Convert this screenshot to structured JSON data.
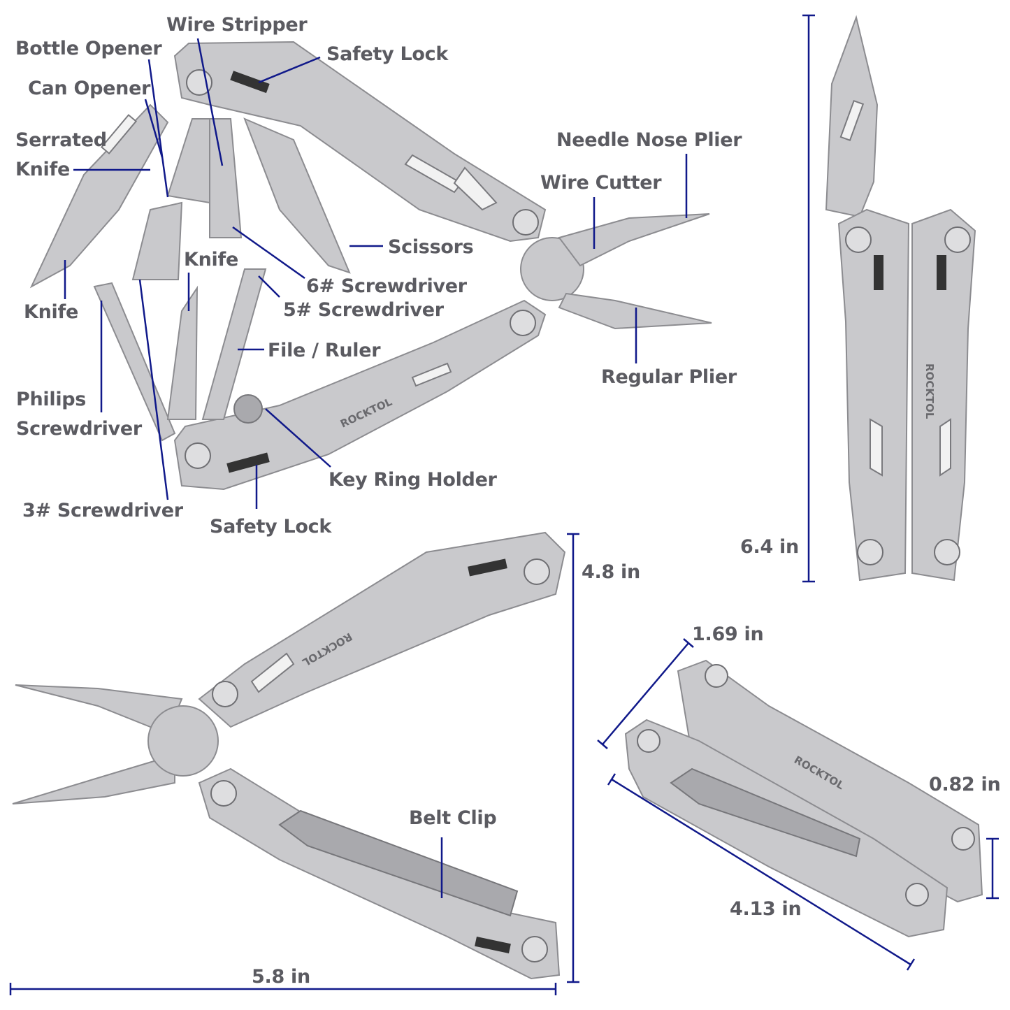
{
  "brand": "ROCKTOL",
  "colors": {
    "label_text": "#5b5b61",
    "leader_line": "#10198a",
    "steel": "#c9c9cc"
  },
  "labels": {
    "wire_stripper": "Wire Stripper",
    "bottle_opener": "Bottle Opener",
    "safety_lock_top": "Safety Lock",
    "can_opener": "Can Opener",
    "serrated_knife_1": "Serrated",
    "serrated_knife_2": "Knife",
    "needle_nose_plier": "Needle Nose Plier",
    "wire_cutter": "Wire Cutter",
    "scissors": "Scissors",
    "knife_center": "Knife",
    "screwdriver_6": "6# Screwdriver",
    "screwdriver_5": "5# Screwdriver",
    "knife_left": "Knife",
    "file_ruler": "File / Ruler",
    "regular_plier": "Regular Plier",
    "philips_1": "Philips",
    "philips_2": "Screwdriver",
    "key_ring_holder": "Key Ring Holder",
    "screwdriver_3": "3# Screwdriver",
    "safety_lock_bottom": "Safety Lock",
    "belt_clip": "Belt Clip"
  },
  "dimensions": {
    "closed_length": "6.4 in",
    "open_height": "4.8 in",
    "open_width": "5.8 in",
    "folded_width": "1.69 in",
    "folded_thickness": "0.82 in",
    "folded_length": "4.13 in"
  }
}
